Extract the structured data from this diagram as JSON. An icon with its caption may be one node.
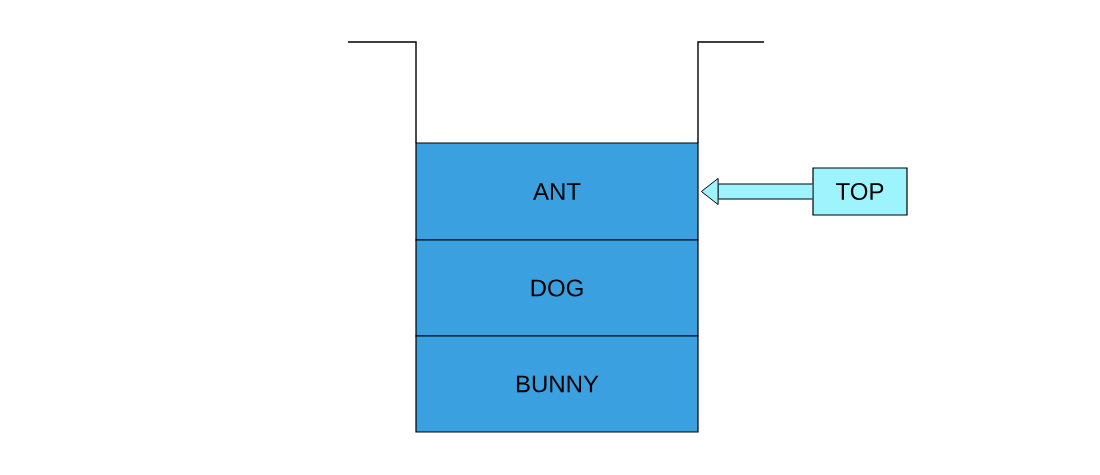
{
  "diagram": {
    "nodes": [
      {
        "text": [
          "ANT"
        ]
      },
      {
        "text": [
          "DOG"
        ]
      },
      {
        "text": [
          "BUNNY"
        ]
      },
      {
        "text": [
          "TOP"
        ]
      }
    ],
    "edges": [
      {
        "from": 3,
        "to": 0,
        "arrow": "to"
      }
    ]
  }
}
